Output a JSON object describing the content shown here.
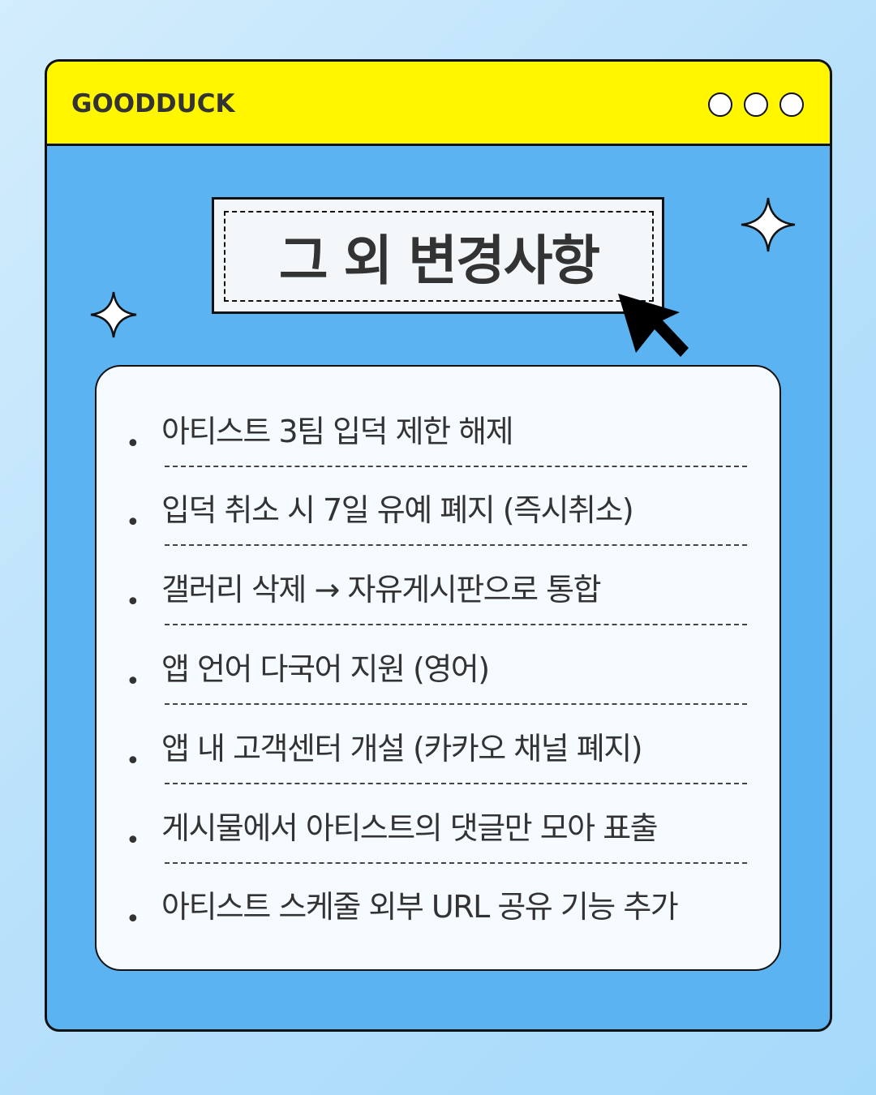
{
  "header": {
    "logo": "GOODDUCK"
  },
  "title": "그 외 변경사항",
  "items": [
    "아티스트 3팀 입덕 제한 해제",
    "입덕 취소 시 7일 유예 폐지 (즉시취소)",
    "갤러리 삭제 → 자유게시판으로 통합",
    "앱 언어 다국어 지원 (영어)",
    "앱 내 고객센터 개설 (카카오 채널 폐지)",
    "게시물에서 아티스트의 댓글만 모아 표출",
    "아티스트 스케줄 외부 URL 공유 기능 추가"
  ],
  "bullet": "•",
  "colors": {
    "header": "#fff600",
    "window": "#5bb3f2",
    "panel": "#f5fbff",
    "text": "#333333"
  }
}
